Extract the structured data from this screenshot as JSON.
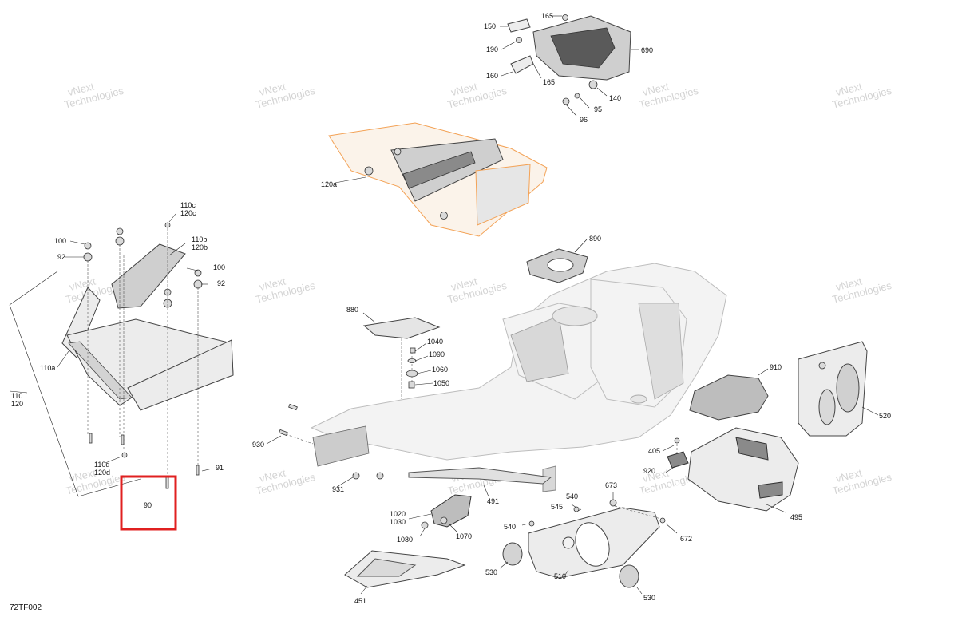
{
  "drawing_code": "72TF002",
  "watermark": {
    "line1": "vNext",
    "line2": "Technologies"
  },
  "highlight_color": "#e02020",
  "accent_color": "#f3a256",
  "callouts": {
    "c165a": "165",
    "c150": "150",
    "c690": "690",
    "c190": "190",
    "c160": "160",
    "c165b": "165",
    "c140": "140",
    "c95": "95",
    "c96": "96",
    "c120a": "120a",
    "c110c": "110c",
    "c120c": "120c",
    "c110b": "110b",
    "c120b": "120b",
    "c100a": "100",
    "c92a": "92",
    "c100b": "100",
    "c92b": "92",
    "c110a": "110a",
    "c110": "110",
    "c120": "120",
    "c110d": "110d",
    "c120d": "120d",
    "c91": "91",
    "c90": "90",
    "c890": "890",
    "c880": "880",
    "c1040": "1040",
    "c1090": "1090",
    "c1060": "1060",
    "c1050": "1050",
    "c910": "910",
    "c520": "520",
    "c930": "930",
    "c931": "931",
    "c405": "405",
    "c920": "920",
    "c491": "491",
    "c495": "495",
    "c1020": "1020",
    "c1030": "1030",
    "c1080": "1080",
    "c1070": "1070",
    "c540a": "540",
    "c545": "545",
    "c540b": "540",
    "c673": "673",
    "c672": "672",
    "c530a": "530",
    "c510": "510",
    "c530b": "530",
    "c451": "451"
  }
}
